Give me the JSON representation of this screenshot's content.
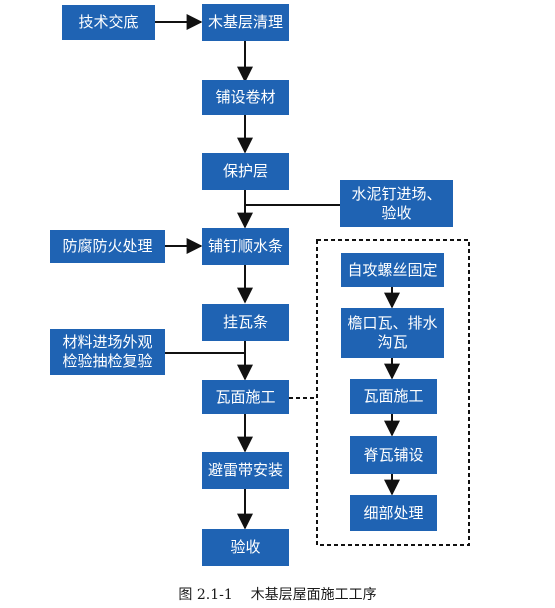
{
  "nodes": {
    "tech_briefing": "技术交底",
    "base_cleanup": "木基层清理",
    "lay_membrane": "铺设卷材",
    "protective_layer": "保护层",
    "cement_nails": "水泥钉进场、\n验收",
    "anticorrosion": "防腐防火处理",
    "nail_strips": "铺钉顺水条",
    "material_inspection": "材料进场外观\n检验抽检复验",
    "hang_battens": "挂瓦条",
    "tile_construction": "瓦面施工",
    "lightning_belt": "避雷带安装",
    "acceptance": "验收"
  },
  "detail_nodes": {
    "self_tapping_screws": "自攻螺丝固定",
    "eaves_drain_tiles": "檐口瓦、排水\n沟瓦",
    "tile_surface": "瓦面施工",
    "ridge_tiles": "脊瓦铺设",
    "detail_treatment": "细部处理"
  },
  "caption": "图 2.1-1    木基层屋面施工工序",
  "colors": {
    "box": "#1f63b3",
    "line": "#111111"
  }
}
